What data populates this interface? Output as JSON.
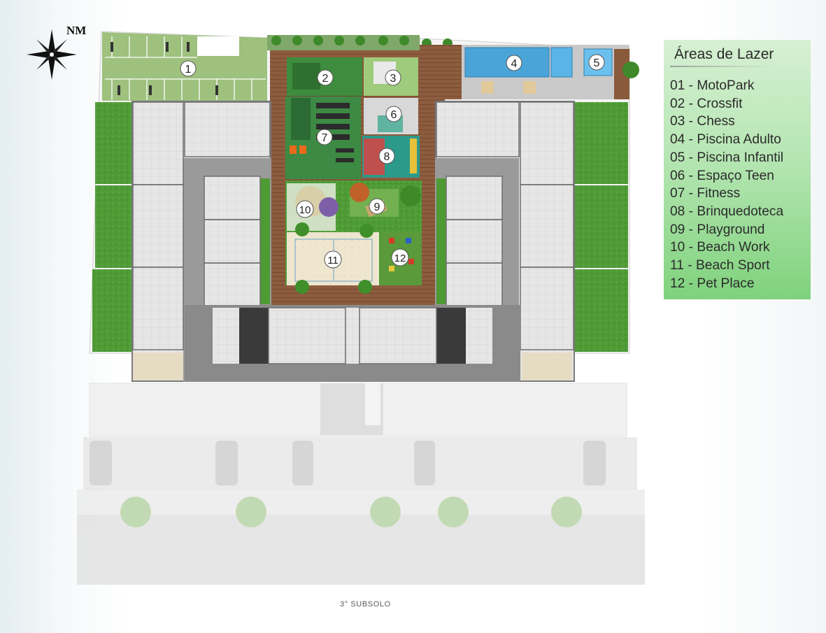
{
  "compass": {
    "label": "NM",
    "icon": "compass-rose-icon"
  },
  "legend": {
    "title": "Áreas de Lazer",
    "items": [
      "01 - MotoPark",
      "02 - Crossfit",
      "03 - Chess",
      "04 - Piscina Adulto",
      "05 - Piscina Infantil",
      "06 - Espaço Teen",
      "07 - Fitness",
      "08 - Brinquedoteca",
      "09 - Playground",
      "10 - Beach Work",
      "11 - Beach Sport",
      "12 - Pet Place"
    ]
  },
  "markers": [
    "1",
    "2",
    "3",
    "4",
    "5",
    "6",
    "7",
    "8",
    "9",
    "10",
    "11",
    "12"
  ],
  "caption": "3°  SUBSOLO",
  "colors": {
    "lawn": "#4e9a34",
    "deck": "#8a5a3c",
    "pool": "#4aa4d8",
    "sand": "#efe8d2",
    "gym": "#3c8a44",
    "road": "#dcdcdc",
    "wall": "#7d7d7d",
    "legend": "#a8e0a4"
  }
}
